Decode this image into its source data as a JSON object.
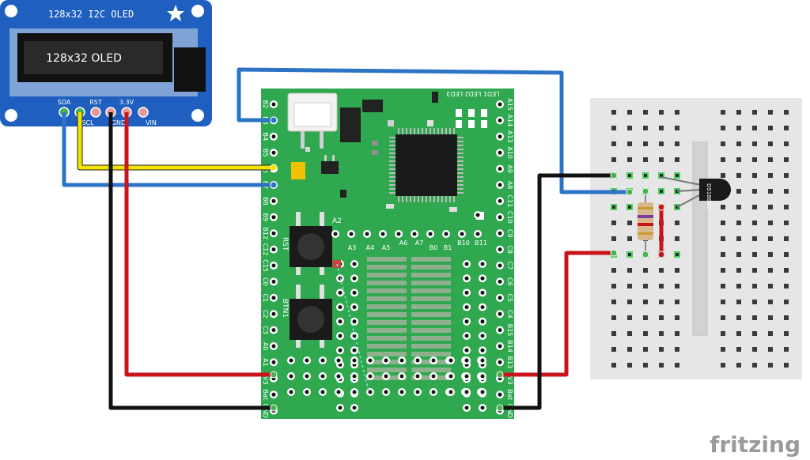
{
  "oled": {
    "header": "128x32 I2C OLED",
    "screen_text": "128x32 OLED",
    "pins": [
      "SDA",
      "SCL",
      "RST",
      "GND",
      "3.3V",
      "VIN"
    ]
  },
  "board": {
    "leds": [
      "LED1",
      "LED2",
      "LED3"
    ],
    "left_pins": [
      "B2",
      "B3",
      "B4",
      "B5",
      "B6",
      "B7",
      "B8",
      "B9",
      "B12",
      "C12",
      "C15",
      "C0",
      "C1",
      "C2",
      "C3",
      "A0",
      "A1",
      "3V3",
      "Bat",
      "GND"
    ],
    "right_pins": [
      "A15",
      "A14",
      "A13",
      "A10",
      "A9",
      "A8",
      "C11",
      "C10",
      "C9",
      "C8",
      "C7",
      "C6",
      "C5",
      "C4",
      "B15",
      "B14",
      "B13",
      "3V3",
      "Bat",
      "GND"
    ],
    "top_row_labels": [
      "A3",
      "A4",
      "A5",
      "A6",
      "A7",
      "B0",
      "B1",
      "B10",
      "B11"
    ],
    "a2_label": "A2",
    "rst_label": "RST",
    "btn_label": "BTN1"
  },
  "sensor": {
    "label": "DS18B20"
  },
  "branding": {
    "logo": "fritzing"
  },
  "colors": {
    "pcb": "#2fa84f",
    "oled_board": "#1f5fbf",
    "wire_blue": "#2e74c6",
    "wire_yellow": "#f2e400",
    "wire_black": "#111111",
    "wire_red": "#c8141a",
    "breadboard": "#e6e6e6"
  }
}
